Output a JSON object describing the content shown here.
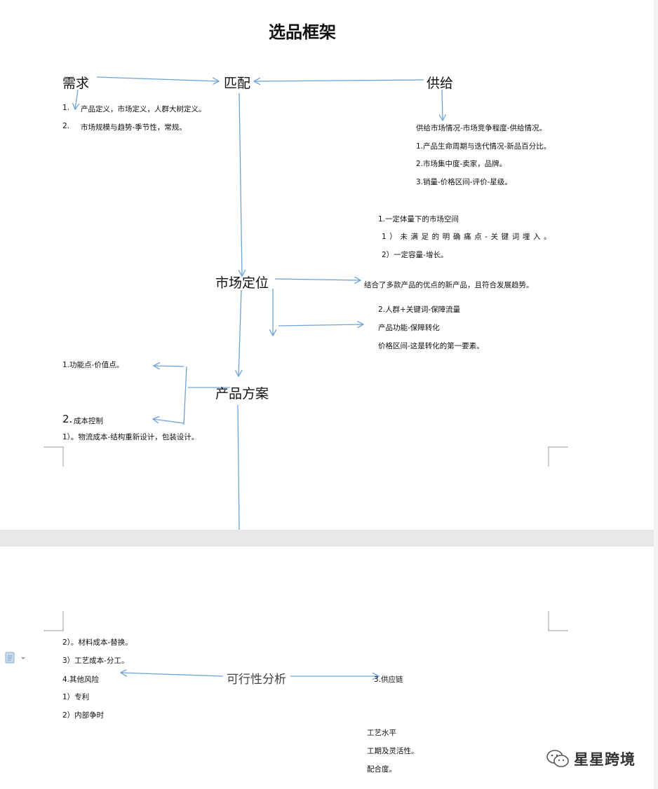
{
  "title": "选品框架",
  "nodes": {
    "demand": "需求",
    "match": "匹配",
    "supply": "供给",
    "positioning": "市场定位",
    "product_plan": "产品方案",
    "feasibility": "可行性分析"
  },
  "demand_items": [
    {
      "num": "1.",
      "text": "产品定义，市场定义，人群大树定义。"
    },
    {
      "num": "2.",
      "text": "市场规模与趋势-季节性，常规。"
    }
  ],
  "supply_items": [
    "供给市场情况-市场竞争程度-供给情况。",
    "1.产品生命周期与迭代情况-新品百分比。",
    "2.市场集中度-卖家，品牌。",
    "3.销量-价格区间-评价-星级。"
  ],
  "positioning_items": {
    "p1": "1.一定体量下的市场空间",
    "p1a": "1）未满足的明确痛点-关键词埋入。",
    "p1b": "2）一定容量-增长。",
    "arrow1": "结合了多款产品的优点的新产品，且符合发展趋势。",
    "p2": "2.人群+关键词-保障流量",
    "p2a": "产品功能-保障转化",
    "p2b": "价格区间-这是转化的第一要素。"
  },
  "plan_items": {
    "func": "1.功能点-价值点。",
    "cost_num": "2.",
    "cost": "成本控制",
    "logistics": "1）。物流成本-结构重新设计，包装设计。",
    "material": "2）。材料成本-替换。",
    "craft": "3）工艺成本-分工。"
  },
  "feasibility_items": {
    "other_risk": "4.其他风险",
    "patent": "1）专利",
    "internal": "2）内部争时",
    "supply_chain": "3.供应链",
    "process": "工艺水平",
    "period": "工期及灵活性。",
    "cooperation": "配合度。"
  },
  "watermark": "星星跨境",
  "colors": {
    "arrow": "#6fa3d4",
    "page": "#ffffff",
    "gap": "#e8e8e8"
  },
  "icons": [
    "document-options-icon",
    "wechat-icon"
  ]
}
